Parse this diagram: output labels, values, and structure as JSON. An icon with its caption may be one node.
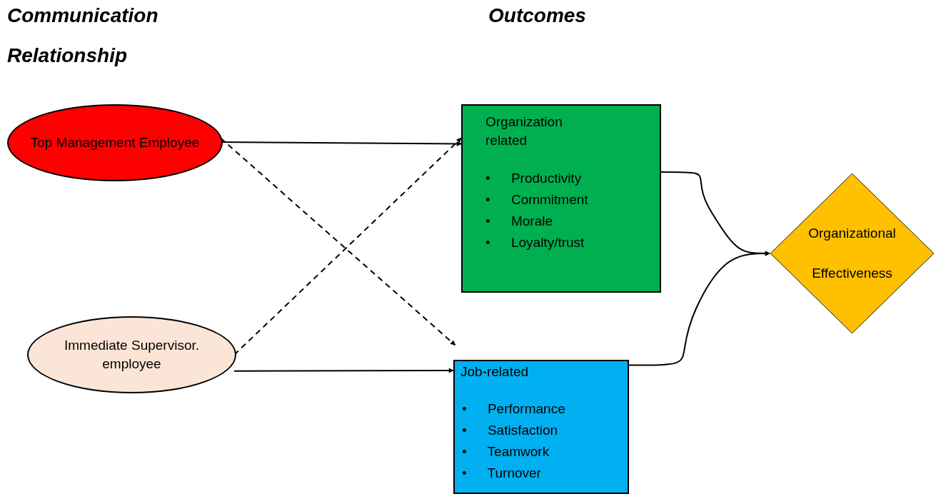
{
  "diagram": {
    "nodes": [
      {
        "text": [
          "Top Management Employee"
        ]
      },
      {
        "text": [
          "Immediate Supervisor. employee"
        ]
      },
      {
        "text": [
          "Organization related",
          "• Productivity",
          "• Commitment",
          "• Morale",
          "• Loyalty/trust"
        ]
      },
      {
        "text": [
          "Job-related",
          "• Performance",
          "• Satisfaction",
          "• Teamwork",
          "• Turnover"
        ]
      },
      {
        "text": [
          "Organizational",
          "Effectiveness"
        ]
      }
    ],
    "edges": [
      {
        "from": 0,
        "to": 2,
        "arrow": "to"
      },
      {
        "from": 0,
        "to": 3,
        "arrow": "to",
        "style": "dashed"
      },
      {
        "from": 1,
        "to": 2,
        "arrow": "to",
        "style": "dashed"
      },
      {
        "from": 1,
        "to": 3,
        "arrow": "to"
      },
      {
        "from": 2,
        "to": 4,
        "arrow": "to"
      },
      {
        "from": 3,
        "to": 4,
        "arrow": "to"
      }
    ],
    "labels": [
      "Communication",
      "Relationship",
      "Outcomes"
    ]
  }
}
